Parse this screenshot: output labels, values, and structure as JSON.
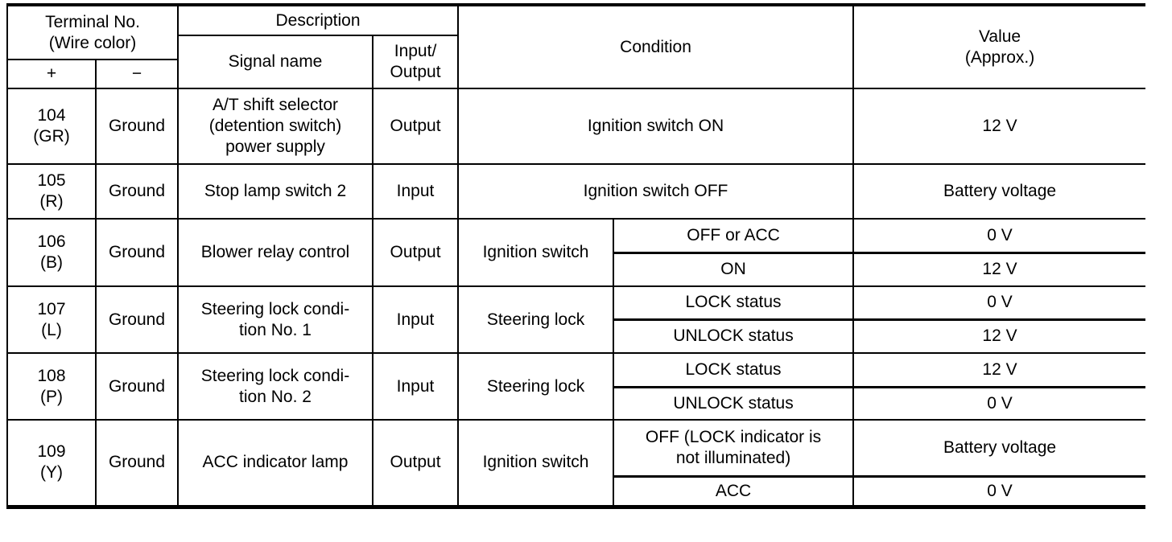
{
  "page": {
    "background": "#ffffff",
    "line_color": "#000000"
  },
  "table": {
    "header": {
      "terminal_no": "Terminal No.\n(Wire color)",
      "plus": "+",
      "minus": "−",
      "description": "Description",
      "signal_name": "Signal name",
      "input_output": "Input/\nOutput",
      "condition": "Condition",
      "value": "Value\n(Approx.)"
    },
    "rows": [
      {
        "terminal": "104\n(GR)",
        "ground": "Ground",
        "signal_name": "A/T shift selector\n(detention switch)\npower supply",
        "input_output": "Output",
        "condition": "Ignition switch ON",
        "value": "12 V"
      },
      {
        "terminal": "105\n(R)",
        "ground": "Ground",
        "signal_name": "Stop lamp switch 2",
        "input_output": "Input",
        "condition": "Ignition switch OFF",
        "value": "Battery voltage"
      },
      {
        "terminal": "106\n(B)",
        "ground": "Ground",
        "signal_name": "Blower relay control",
        "input_output": "Output",
        "condition": "Ignition switch",
        "subs": [
          {
            "condition": "OFF or ACC",
            "value": "0 V"
          },
          {
            "condition": "ON",
            "value": "12 V"
          }
        ]
      },
      {
        "terminal": "107\n(L)",
        "ground": "Ground",
        "signal_name": "Steering lock condi-\ntion No. 1",
        "input_output": "Input",
        "condition": "Steering lock",
        "subs": [
          {
            "condition": "LOCK status",
            "value": "0 V"
          },
          {
            "condition": "UNLOCK status",
            "value": "12 V"
          }
        ]
      },
      {
        "terminal": "108\n(P)",
        "ground": "Ground",
        "signal_name": "Steering lock condi-\ntion No. 2",
        "input_output": "Input",
        "condition": "Steering lock",
        "subs": [
          {
            "condition": "LOCK status",
            "value": "12 V"
          },
          {
            "condition": "UNLOCK status",
            "value": "0 V"
          }
        ]
      },
      {
        "terminal": "109\n(Y)",
        "ground": "Ground",
        "signal_name": "ACC indicator lamp",
        "input_output": "Output",
        "condition": "Ignition switch",
        "subs": [
          {
            "condition": "OFF (LOCK indicator is\nnot illuminated)",
            "value": "Battery voltage"
          },
          {
            "condition": "ACC",
            "value": "0 V"
          }
        ]
      }
    ]
  }
}
